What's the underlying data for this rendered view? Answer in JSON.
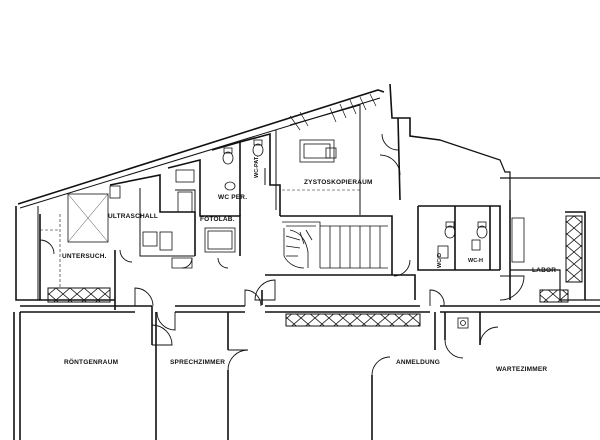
{
  "plan": {
    "rooms": {
      "ultraschall": "ULTRASCHALL",
      "untersuch": "UNTERSUCH.",
      "fotolab": "FOTOLAB.",
      "wc_per": "WC PER.",
      "wc_pat": "WC-PAT.",
      "zystoskopieraum": "ZYSTOSKOPIERAUM",
      "wc_d": "WC-D",
      "wc_h": "WC-H",
      "labor": "LABOR",
      "roentgenraum": "RÖNTGENRAUM",
      "sprechzimmer": "SPRECHZIMMER",
      "anmeldung": "ANMELDUNG",
      "wartezimmer": "WARTEZIMMER"
    },
    "colors": {
      "line": "#111111",
      "background": "#ffffff"
    }
  }
}
